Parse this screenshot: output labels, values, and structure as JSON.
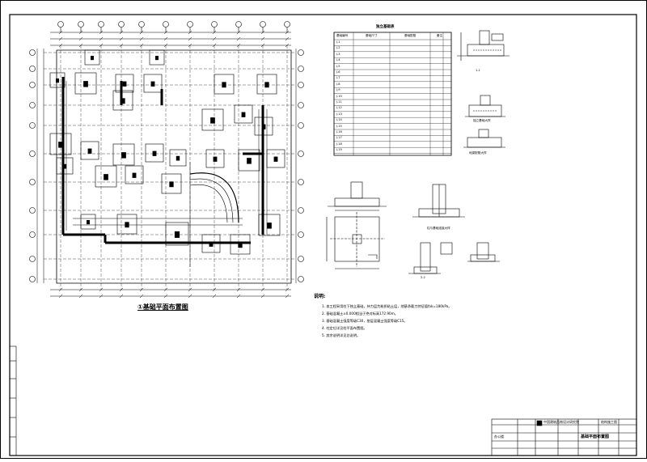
{
  "drawing": {
    "plan_title": "①基础平面布置图",
    "table_title": "独立基础表",
    "table_headers": [
      "基础编号",
      "基础尺寸",
      "基础配筋",
      "备注"
    ],
    "table_rows": [
      {
        "id": "J-1"
      },
      {
        "id": "J-2"
      },
      {
        "id": "J-3"
      },
      {
        "id": "J-4"
      },
      {
        "id": "J-5"
      },
      {
        "id": "J-6"
      },
      {
        "id": "J-7"
      },
      {
        "id": "J-8"
      },
      {
        "id": "J-9"
      },
      {
        "id": "J-10"
      },
      {
        "id": "J-11"
      },
      {
        "id": "J-12"
      },
      {
        "id": "J-13"
      },
      {
        "id": "J-14"
      },
      {
        "id": "J-15"
      },
      {
        "id": "J-16"
      },
      {
        "id": "J-17"
      },
      {
        "id": "J-18"
      },
      {
        "id": "J-19"
      }
    ],
    "section_label_1": "1-1",
    "detail_label_footing": "独立基础大样",
    "detail_label_beam": "地梁配筋大样",
    "detail_label_col": "柱与基础连接大样",
    "detail_label_2": "2-2",
    "notes_heading": "说明:",
    "notes": [
      "1. 本工程采用柱下独立基础，持力层为粉质粘土层，地基承载力特征值fak=180kPa。",
      "2. 基础混凝土±0.000相当于绝对标高172.90m。",
      "3. 基础混凝土强度等级C30，垫层混凝土强度等级C15。",
      "4. 柱定位详见柱平面布置图。",
      "5. 其余说明详见总说明。"
    ],
    "title_block": {
      "company": "中国建筑西南设计研究院",
      "drawing_name": "基础平面布置图",
      "project": "办公楼",
      "stage": "结构施工图"
    }
  }
}
